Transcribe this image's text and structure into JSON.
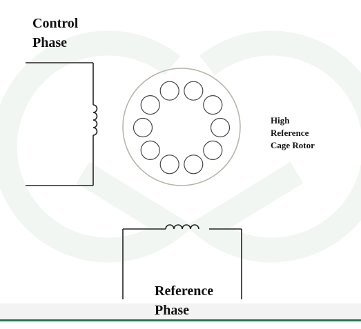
{
  "labels": {
    "control_line1": "Control",
    "control_line2": "Phase",
    "reference_line1": "Reference",
    "reference_line2": "Phase",
    "rotor_line1": "High",
    "rotor_line2": "Reference",
    "rotor_line3": "Cage Rotor"
  },
  "colors": {
    "line": "#222222",
    "stator_outline": "#b9b5ab",
    "watermark": "#f1f6f2",
    "bottom_rule": "#1f7a4d"
  },
  "rotor": {
    "bar_count": 10
  }
}
